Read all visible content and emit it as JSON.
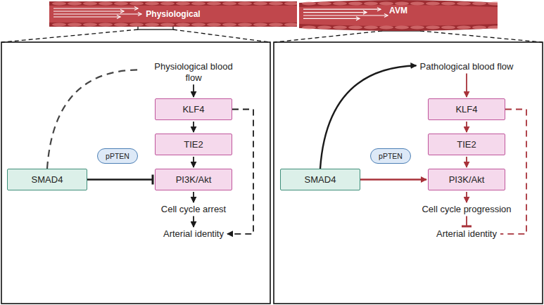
{
  "diagram": {
    "nodes": [
      {
        "text": [
          "Physiological"
        ]
      },
      {
        "text": [
          "AVM"
        ]
      },
      {
        "text": [
          "Physiological blood flow"
        ]
      },
      {
        "text": [
          "KLF4"
        ]
      },
      {
        "text": [
          "TIE2"
        ]
      },
      {
        "text": [
          "PI3K/Akt"
        ]
      },
      {
        "text": [
          "Cell cycle arrest"
        ]
      },
      {
        "text": [
          "Arterial identity"
        ]
      },
      {
        "text": [
          "SMAD4"
        ]
      },
      {
        "text": [
          "pPTEN"
        ]
      },
      {
        "text": [
          "Pathological blood flow"
        ]
      },
      {
        "text": [
          "KLF4"
        ]
      },
      {
        "text": [
          "TIE2"
        ]
      },
      {
        "text": [
          "PI3K/Akt"
        ]
      },
      {
        "text": [
          "Cell cycle progression"
        ]
      },
      {
        "text": [
          "Arterial identity"
        ]
      },
      {
        "text": [
          "SMAD4"
        ]
      },
      {
        "text": [
          "pPTEN"
        ]
      }
    ],
    "edges": [
      {
        "from": 2,
        "to": 3,
        "arrow": "to"
      },
      {
        "from": 3,
        "to": 4,
        "arrow": "to"
      },
      {
        "from": 4,
        "to": 5,
        "arrow": "to"
      },
      {
        "from": 5,
        "to": 6,
        "arrow": "to"
      },
      {
        "from": 6,
        "to": 7,
        "arrow": "to"
      },
      {
        "from": 3,
        "to": 7,
        "arrow": "to"
      },
      {
        "from": 8,
        "to": 5,
        "arrow": "to"
      },
      {
        "from": 8,
        "to": 2,
        "arrow": "none"
      },
      {
        "from": 10,
        "to": 11,
        "arrow": "to"
      },
      {
        "from": 11,
        "to": 12,
        "arrow": "to"
      },
      {
        "from": 12,
        "to": 13,
        "arrow": "to"
      },
      {
        "from": 13,
        "to": 14,
        "arrow": "to"
      },
      {
        "from": 14,
        "to": 15,
        "arrow": "to"
      },
      {
        "from": 11,
        "to": 15,
        "arrow": "none"
      },
      {
        "from": 16,
        "to": 13,
        "arrow": "to"
      },
      {
        "from": 16,
        "to": 10,
        "arrow": "to"
      }
    ]
  }
}
